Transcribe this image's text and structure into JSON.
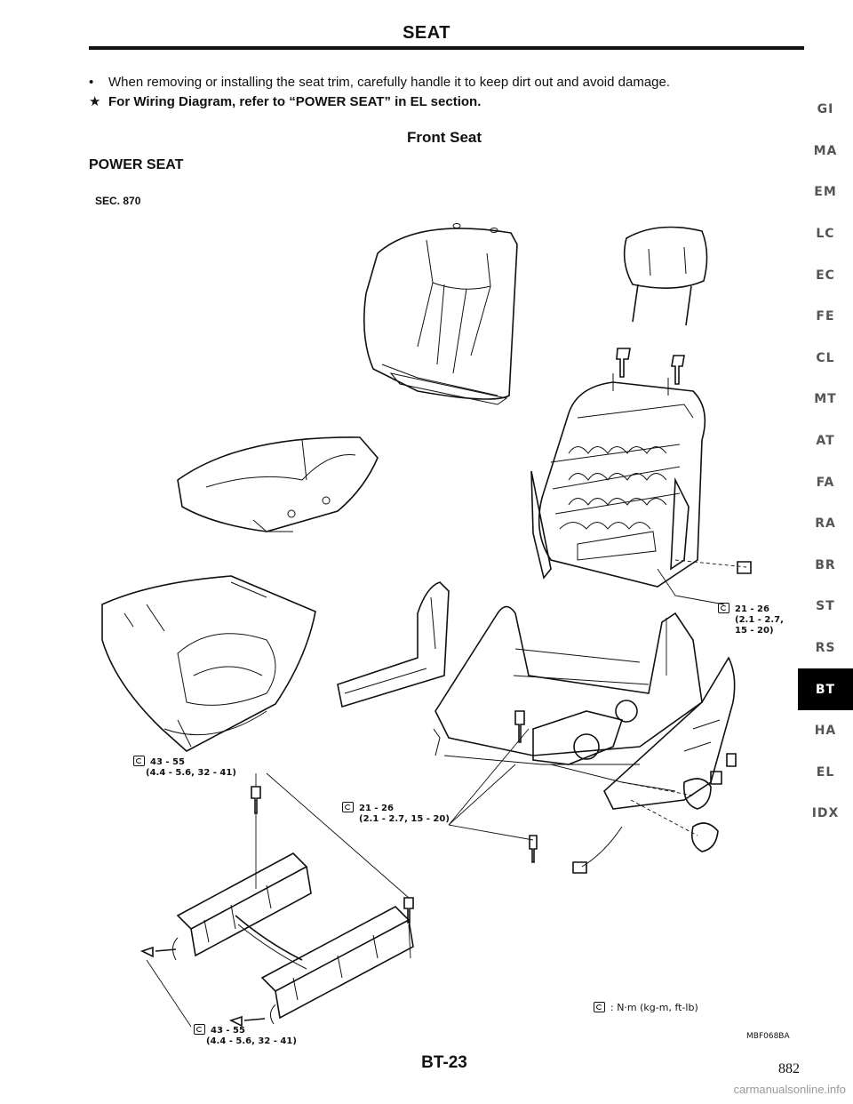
{
  "header": {
    "title": "SEAT"
  },
  "notes": [
    {
      "marker": "•",
      "text": "When removing or installing the seat trim, carefully handle it to keep dirt out and avoid damage."
    },
    {
      "marker": "★",
      "text": "For Wiring Diagram, refer to “POWER SEAT” in EL section."
    }
  ],
  "section_heading": "Front Seat",
  "sub_heading": "POWER SEAT",
  "sec_code": "SEC. 870",
  "torque_callouts": [
    {
      "value": "21 - 26",
      "detail": "(2.1 - 2.7,",
      "detail2": "15 - 20)"
    },
    {
      "value": "43 - 55",
      "detail": "(4.4 - 5.6, 32 - 41)"
    },
    {
      "value": "21 - 26",
      "detail": "(2.1 - 2.7, 15 - 20)"
    },
    {
      "value": "43 - 55",
      "detail": "(4.4 - 5.6, 32 - 41)"
    }
  ],
  "legend": {
    "icon": "torque-wrench-icon",
    "text": ": N·m (kg-m, ft-lb)"
  },
  "figure_code": "MBF068BA",
  "footer": {
    "page_id": "BT-23",
    "page_number": "882"
  },
  "watermark": "carmanualsonline.info",
  "index_tabs": [
    {
      "label": "GI",
      "active": false
    },
    {
      "label": "MA",
      "active": false
    },
    {
      "label": "EM",
      "active": false
    },
    {
      "label": "LC",
      "active": false
    },
    {
      "label": "EC",
      "active": false
    },
    {
      "label": "FE",
      "active": false
    },
    {
      "label": "CL",
      "active": false
    },
    {
      "label": "MT",
      "active": false
    },
    {
      "label": "AT",
      "active": false
    },
    {
      "label": "FA",
      "active": false
    },
    {
      "label": "RA",
      "active": false
    },
    {
      "label": "BR",
      "active": false
    },
    {
      "label": "ST",
      "active": false
    },
    {
      "label": "RS",
      "active": false
    },
    {
      "label": "BT",
      "active": true
    },
    {
      "label": "HA",
      "active": false
    },
    {
      "label": "EL",
      "active": false
    },
    {
      "label": "IDX",
      "active": false
    }
  ],
  "colors": {
    "ink": "#111111",
    "active_tab": "#000000",
    "watermark": "#999999"
  }
}
